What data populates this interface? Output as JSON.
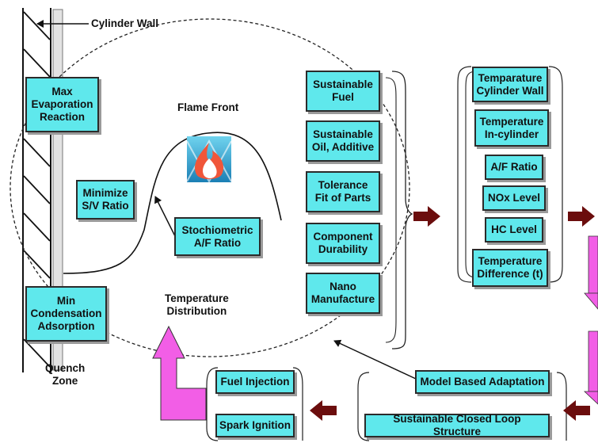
{
  "labels": {
    "cylinder_wall": "Cylinder Wall",
    "flame_front": "Flame Front",
    "temperature_distribution": "Temperature\nDistribution",
    "quench_zone": "Quench\nZone"
  },
  "combustion_boxes": {
    "max_evaporation": "Max\nEvaporation\nReaction",
    "minimize_sv": "Minimize\nS/V Ratio",
    "stoichiometric": "Stochiometric\nA/F Ratio",
    "min_condensation": "Min\nCondensation\nAdsorption"
  },
  "sustainable_boxes": [
    "Sustainable\nFuel",
    "Sustainable\nOil, Additive",
    "Tolerance\nFit of Parts",
    "Component\nDurability",
    "Nano\nManufacture"
  ],
  "monitor_boxes": [
    "Temparature\nCylinder Wall",
    "Temperature\nIn-cylinder",
    "A/F Ratio",
    "NOx Level",
    "HC Level",
    "Temperature\nDifference (t)"
  ],
  "control_boxes": {
    "model_based": "Model Based Adaptation",
    "closed_loop": "Sustainable Closed Loop Structure",
    "fuel_injection": "Fuel Injection",
    "spark_ignition": "Spark Ignition"
  },
  "colors": {
    "box_fill": "#5fe8ec",
    "arrow_dark_red": "#6b0d0d",
    "arrow_magenta": "#f25ee6",
    "flame_outer": "#f0563a",
    "flame_inner": "#ffffff",
    "flame_bg": "#3fb6d6"
  },
  "icons": [
    "flame-icon"
  ]
}
